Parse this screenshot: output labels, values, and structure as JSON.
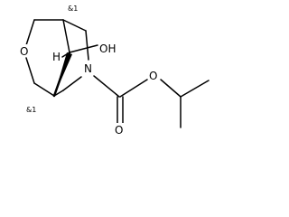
{
  "molecule": {
    "atoms": {
      "ring_oxygen": "O",
      "hydroxyl": "OH",
      "hydrogen": "H",
      "nitrogen": "N",
      "carbonyl_oxygen": "O",
      "ester_oxygen": "O"
    },
    "stereo": {
      "top": "&1",
      "bottom": "&1"
    }
  }
}
